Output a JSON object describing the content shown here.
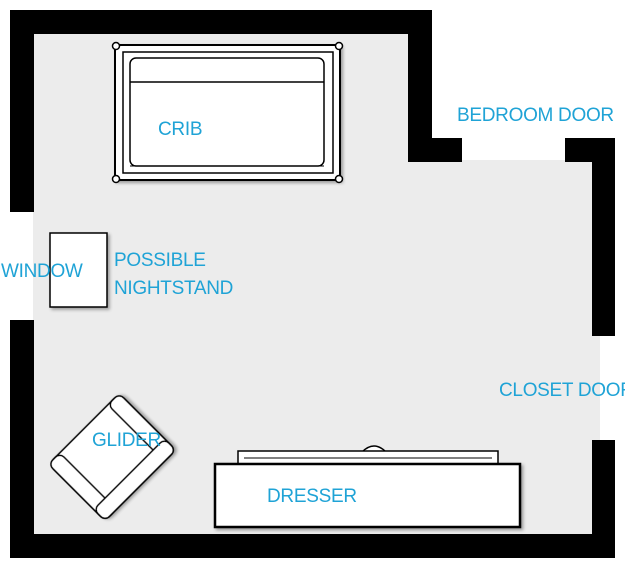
{
  "colors": {
    "wall": "#000000",
    "floor": "#ececec",
    "label": "#1fa3d6",
    "furniture_fill": "#ffffff",
    "furniture_stroke": "#000000"
  },
  "labels": {
    "crib": "CRIB",
    "bedroom_door": "BEDROOM DOOR",
    "window": "WINDOW",
    "nightstand_line1": "POSSIBLE",
    "nightstand_line2": "NIGHTSTAND",
    "closet_door": "CLOSET DOOR",
    "glider": "GLIDER",
    "dresser": "DRESSER"
  }
}
